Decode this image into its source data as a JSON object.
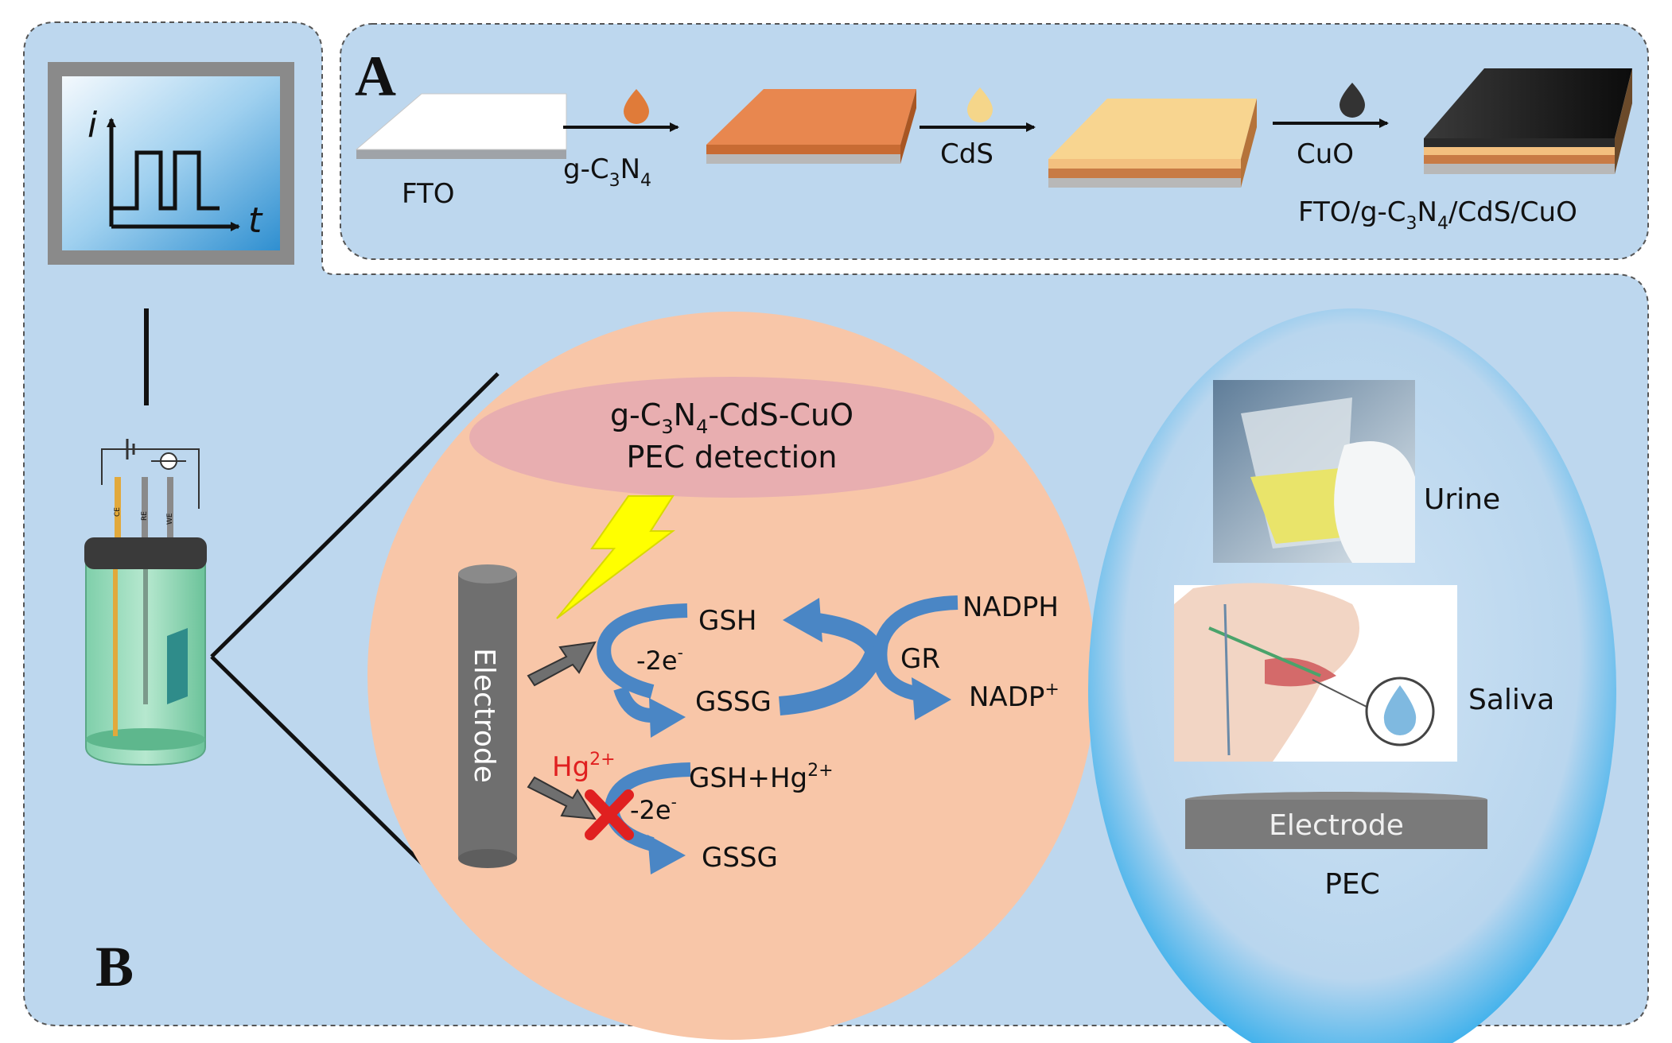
{
  "panels": {
    "a_letter": "A",
    "b_letter": "B"
  },
  "panel_a": {
    "fto_label": "FTO",
    "step1": {
      "base": "g-C",
      "sub1": "3",
      "mid": "N",
      "sub2": "4"
    },
    "step2": "CdS",
    "step3": "CuO",
    "final": {
      "part1": "FTO/g-C",
      "sub1": "3",
      "mid": "N",
      "sub2": "4",
      "part2": "/CdS/CuO"
    }
  },
  "plot_icon": {
    "y_axis": "i",
    "x_axis": "t"
  },
  "circuit": {
    "ce": "CE",
    "re": "RE",
    "we": "WE"
  },
  "mechanism": {
    "title_line1": {
      "base": "g-C",
      "sub1": "3",
      "mid": "N",
      "sub2": "4",
      "rest": "-CdS-CuO"
    },
    "title_line2": "PEC detection",
    "electrode": "Electrode",
    "gsh": "GSH",
    "minus2e_top": {
      "base": "-2e",
      "sup": "-"
    },
    "gssg_top": "GSSG",
    "nadph": "NADPH",
    "gr": "GR",
    "nadp": {
      "base": "NADP",
      "sup": "+"
    },
    "hg": {
      "base": "Hg",
      "sup": "2+"
    },
    "gsh_hg": {
      "base": "GSH+Hg",
      "sup": "2+"
    },
    "minus2e_bottom": {
      "base": "-2e",
      "sup": "-"
    },
    "gssg_bottom": "GSSG"
  },
  "samples": {
    "urine": "Urine",
    "saliva": "Saliva",
    "electrode": "Electrode",
    "pec": "PEC"
  },
  "colors": {
    "panel_bg": "#bdd7ee",
    "circle_fill": "#f8c6a8",
    "arrow_blue": "#4a86c5",
    "electrode_gray": "#6f6f6f",
    "hg_red": "#e02020",
    "lightning": "#ffff00"
  }
}
